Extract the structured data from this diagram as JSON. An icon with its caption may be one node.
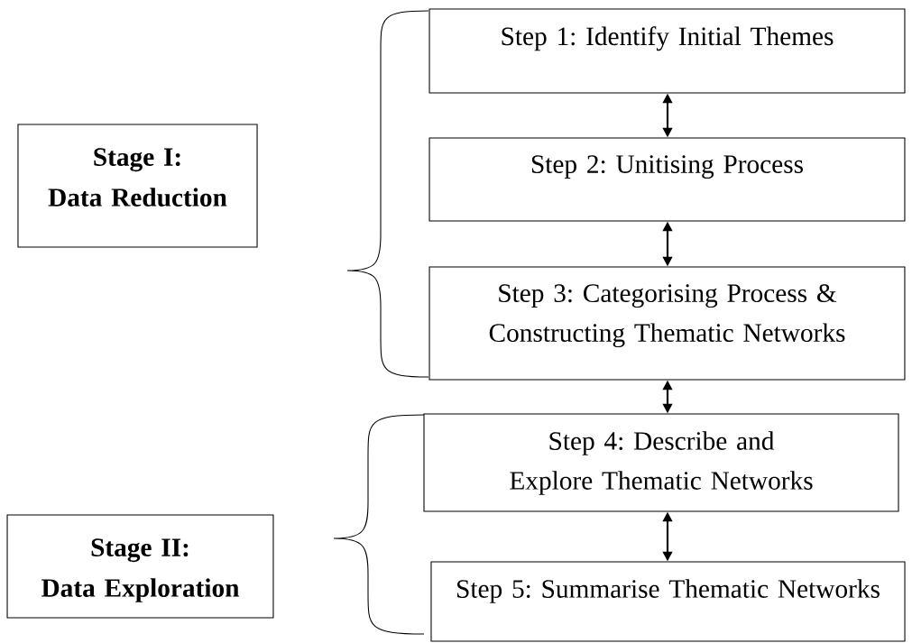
{
  "diagram": {
    "nodes": [
      {
        "text": [
          "Stage I:",
          "Data Reduction"
        ]
      },
      {
        "text": [
          "Step 1: Identify Initial Themes"
        ]
      },
      {
        "text": [
          "Step 2: Unitising Process"
        ]
      },
      {
        "text": [
          "Step 3: Categorising Process & Constructing Thematic Networks"
        ]
      },
      {
        "text": [
          "Stage II:",
          "Data Exploration"
        ]
      },
      {
        "text": [
          "Step 4: Describe and Explore Thematic Networks"
        ]
      },
      {
        "text": [
          "Step 5: Summarise Thematic Networks"
        ]
      }
    ],
    "edges": [
      {
        "from": 1,
        "to": 2,
        "arrow": "both"
      },
      {
        "from": 2,
        "to": 3,
        "arrow": "both"
      },
      {
        "from": 3,
        "to": 5,
        "arrow": "both"
      },
      {
        "from": 5,
        "to": 6,
        "arrow": "both"
      }
    ]
  }
}
